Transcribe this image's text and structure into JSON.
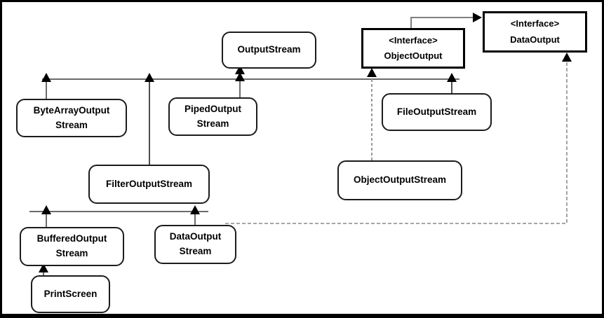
{
  "nodes": {
    "output_stream": {
      "label": "OutputStream"
    },
    "object_output": {
      "label": "<Interface>\nObjectOutput"
    },
    "data_output": {
      "label": "<Interface>\nDataOutput"
    },
    "byte_array_output_stream": {
      "label": "ByteArrayOutput\nStream"
    },
    "piped_output_stream": {
      "label": "PipedOutput\nStream"
    },
    "file_output_stream": {
      "label": "FileOutputStream"
    },
    "filter_output_stream": {
      "label": "FilterOutputStream"
    },
    "object_output_stream": {
      "label": "ObjectOutputStream"
    },
    "buffered_output_stream": {
      "label": "BufferedOutput\nStream"
    },
    "data_output_stream": {
      "label": "DataOutput\nStream"
    },
    "print_screen": {
      "label": "PrintScreen"
    }
  },
  "edges": [
    {
      "from": "ByteArrayOutputStream",
      "to": "OutputStream",
      "style": "solid"
    },
    {
      "from": "PipedOutputStream",
      "to": "OutputStream",
      "style": "solid"
    },
    {
      "from": "FilterOutputStream",
      "to": "OutputStream",
      "style": "solid"
    },
    {
      "from": "FileOutputStream",
      "to": "OutputStream",
      "style": "solid"
    },
    {
      "from": "ObjectOutput",
      "to": "DataOutput",
      "style": "solid"
    },
    {
      "from": "ObjectOutputStream",
      "to": "ObjectOutput",
      "style": "dashed"
    },
    {
      "from": "BufferedOutputStream",
      "to": "FilterOutputStream",
      "style": "solid"
    },
    {
      "from": "DataOutputStream",
      "to": "FilterOutputStream",
      "style": "solid"
    },
    {
      "from": "PrintScreen",
      "to": "BufferedOutputStream",
      "style": "solid"
    },
    {
      "from": "DataOutputStream",
      "to": "DataOutput",
      "style": "dashed"
    }
  ],
  "colors": {
    "background": "#ffffff",
    "box_border": "#1c1c1c",
    "interface_border": "#000000",
    "line": "#6b6b6b",
    "dashed_line": "#9a9a9a",
    "arrowhead": "#000000",
    "text": "#000000"
  }
}
